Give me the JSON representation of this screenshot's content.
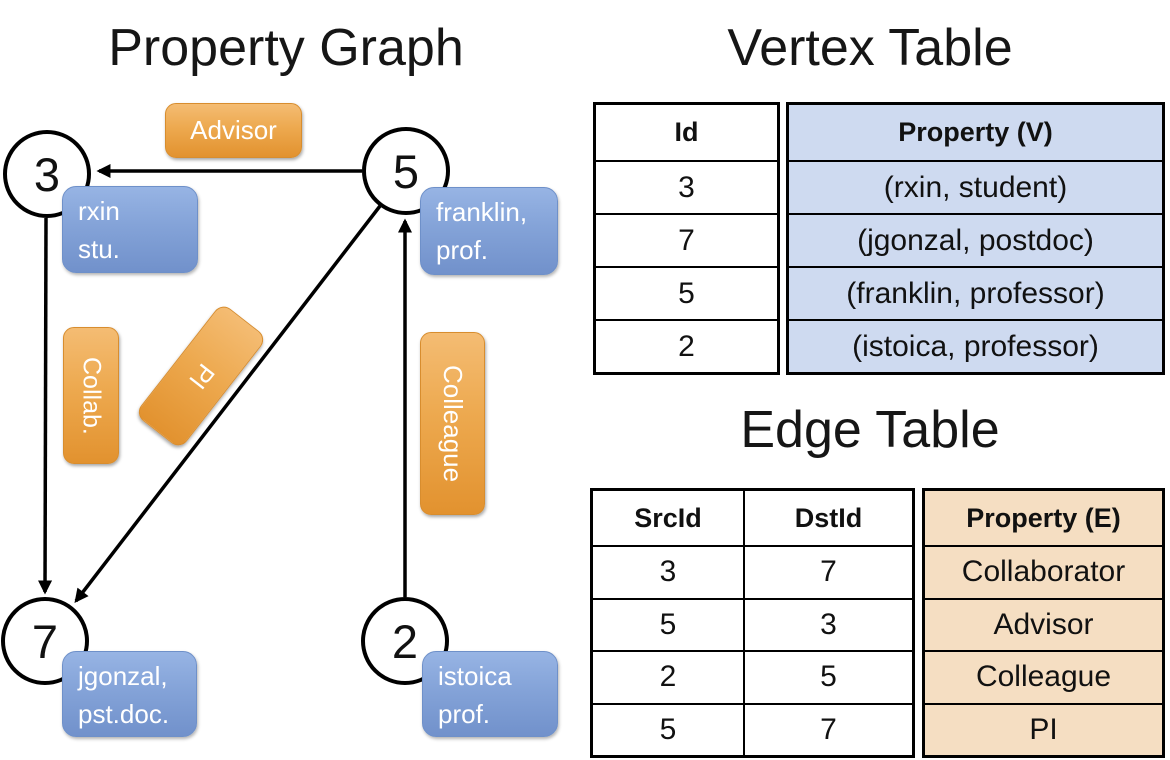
{
  "colors": {
    "background": "#ffffff",
    "edge_label_orange_top": "#F4BC73",
    "edge_label_orange_bottom": "#E2922F",
    "edge_label_border": "#D88D2E",
    "vertex_label_blue_top": "#97B4E4",
    "vertex_label_blue_bottom": "#7191CB",
    "vertex_label_border": "#6E90C9",
    "vertex_property_column_bg": "#CEDAF0",
    "edge_property_column_bg": "#F5DEC2",
    "table_border": "#000000",
    "arrow": "#000000",
    "box_text": "#ffffff"
  },
  "graph": {
    "title": "Property Graph",
    "vertices": [
      {
        "id": "3",
        "label_lines": [
          "rxin",
          "stu."
        ]
      },
      {
        "id": "5",
        "label_lines": [
          "franklin,",
          "prof."
        ]
      },
      {
        "id": "7",
        "label_lines": [
          "jgonzal,",
          "pst.doc."
        ]
      },
      {
        "id": "2",
        "label_lines": [
          "istoica",
          "prof."
        ]
      }
    ],
    "edge_labels": {
      "advisor": "Advisor",
      "collab": "Collab.",
      "pi": "PI",
      "colleague": "Colleague"
    }
  },
  "vertex_table": {
    "title": "Vertex Table",
    "columns": {
      "id": "Id",
      "property": "Property (V)"
    },
    "rows": [
      [
        "3",
        "(rxin, student)"
      ],
      [
        "7",
        "(jgonzal, postdoc)"
      ],
      [
        "5",
        "(franklin, professor)"
      ],
      [
        "2",
        "(istoica, professor)"
      ]
    ]
  },
  "edge_table": {
    "title": "Edge Table",
    "columns": {
      "src": "SrcId",
      "dst": "DstId",
      "property": "Property (E)"
    },
    "rows": [
      [
        "3",
        "7",
        "Collaborator"
      ],
      [
        "5",
        "3",
        "Advisor"
      ],
      [
        "2",
        "5",
        "Colleague"
      ],
      [
        "5",
        "7",
        "PI"
      ]
    ]
  }
}
